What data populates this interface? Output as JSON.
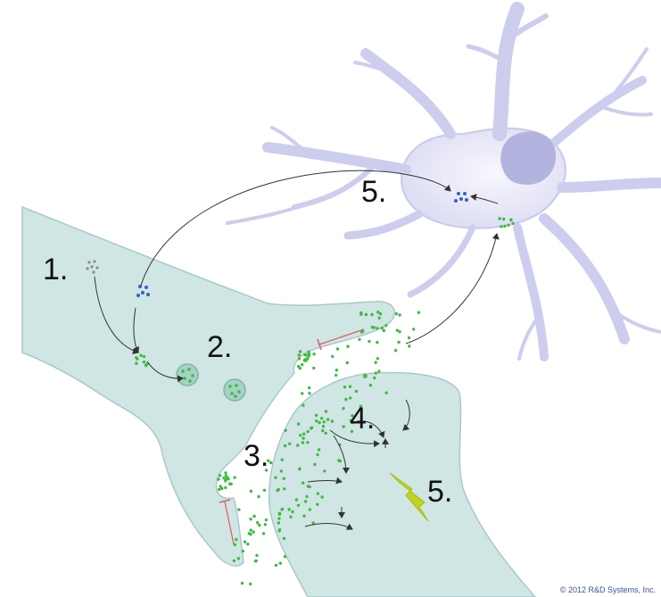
{
  "diagram": {
    "step_labels": [
      "1.",
      "2.",
      "3.",
      "4.",
      "5.",
      "5."
    ],
    "copyright": "© 2012 R&D Systems, Inc."
  },
  "colors": {
    "background": "#ffffff",
    "neuron_fill": "#cfe6e4",
    "neuron_stroke": "#a9c9c6",
    "vesicle_fill": "#a6d2c6",
    "vesicle_stroke": "#7fb6a7",
    "astrocyte_fill": "#e6e6f7",
    "astrocyte_nucleus": "#b2b3df",
    "green_dots": "#3fba3f",
    "blue_dots": "#2f63c4",
    "grey_dots": "#8a8a8a",
    "inhibition_line": "#e05a5a",
    "bolt": "#bfd31f",
    "arrows": "#333333"
  },
  "icons": [
    "lightning-bolt-icon",
    "inhibition-marker-icon",
    "arrow-icon"
  ]
}
